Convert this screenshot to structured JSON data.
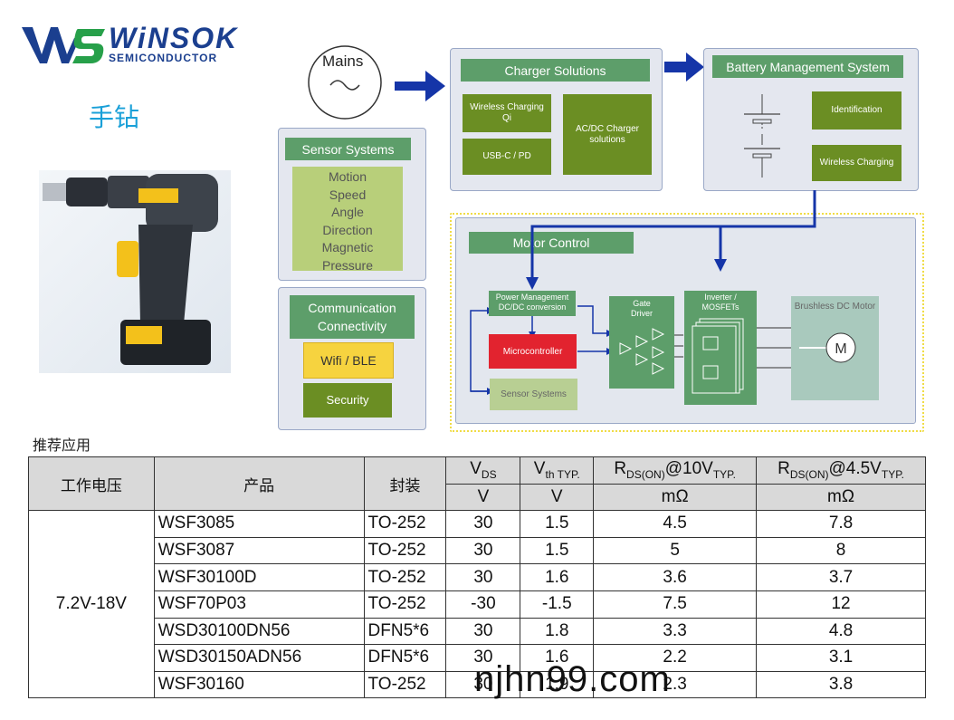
{
  "brand": {
    "name": "WiNSOK",
    "sub": "SEMICONDUCTOR"
  },
  "page_title": "手钻",
  "diagram": {
    "mains": "Mains",
    "charger_title": "Charger Solutions",
    "charger_items": [
      "Wireless Charging Qi",
      "USB-C / PD",
      "AC/DC Charger solutions"
    ],
    "bms_title": "Battery Management System",
    "bms_items": [
      "Identification",
      "Wireless Charging"
    ],
    "sensor_title": "Sensor Systems",
    "sensor_items": [
      "Motion",
      "Speed",
      "Angle",
      "Direction",
      "Magnetic",
      "Pressure"
    ],
    "comm_title_1": "Communication",
    "comm_title_2": "Connectivity",
    "comm_items": [
      "Wifi / BLE",
      "Security"
    ],
    "motor_title": "Motor Control",
    "pm_1": "Power Management",
    "pm_2": "DC/DC conversion",
    "gate_1": "Gate",
    "gate_2": "Driver",
    "inv_1": "Inverter /",
    "inv_2": "MOSFETs",
    "mcu": "Microcontroller",
    "sensor_sys": "Sensor Systems",
    "bldc": "Brushless DC Motor",
    "motor_symbol": "M"
  },
  "section_label": "推荐应用",
  "table": {
    "h_voltage": "工作电压",
    "h_product": "产品",
    "h_package": "封装",
    "h_vds": "V",
    "h_vds_sub": "DS",
    "h_vth": "V",
    "h_vth_sub": "th TYP.",
    "h_r10_a": "R",
    "h_r10_sub": "DS(ON)",
    "h_r10_b": "@10V",
    "h_r10_sub2": "TYP.",
    "h_r45_a": "R",
    "h_r45_sub": "DS(ON)",
    "h_r45_b": "@4.5V",
    "h_r45_sub2": "TYP.",
    "u_vds": "V",
    "u_vth": "V",
    "u_r10": "mΩ",
    "u_r45": "mΩ",
    "voltage": "7.2V-18V",
    "rows": [
      {
        "product": "WSF3085",
        "package": "TO-252",
        "vds": "30",
        "vth": "1.5",
        "r10": "4.5",
        "r45": "7.8"
      },
      {
        "product": "WSF3087",
        "package": "TO-252",
        "vds": "30",
        "vth": "1.5",
        "r10": "5",
        "r45": "8"
      },
      {
        "product": "WSF30100D",
        "package": "TO-252",
        "vds": "30",
        "vth": "1.6",
        "r10": "3.6",
        "r45": "3.7"
      },
      {
        "product": "WSF70P03",
        "package": "TO-252",
        "vds": "-30",
        "vth": "-1.5",
        "r10": "7.5",
        "r45": "12"
      },
      {
        "product": "WSD30100DN56",
        "package": "DFN5*6",
        "vds": "30",
        "vth": "1.8",
        "r10": "3.3",
        "r45": "4.8"
      },
      {
        "product": "WSD30150ADN56",
        "package": "DFN5*6",
        "vds": "30",
        "vth": "1.6",
        "r10": "2.2",
        "r45": "3.1"
      },
      {
        "product": "WSF30160",
        "package": "TO-252",
        "vds": "30",
        "vth": "1.9",
        "r10": "2.3",
        "r45": "3.8"
      }
    ]
  },
  "watermark": "njhn99.com"
}
